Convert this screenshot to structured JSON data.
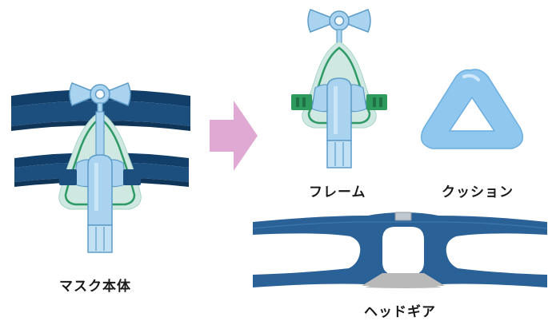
{
  "labels": {
    "mask_body": "マスク本体",
    "frame": "フレーム",
    "cushion": "クッション",
    "headgear": "ヘッドギア"
  },
  "colors": {
    "strap_dark": "#1d4f7e",
    "strap_mid": "#2a6196",
    "frame_light": "#a9d3ef",
    "frame_outline": "#5d9cc8",
    "mask_fill": "#cfe8e2",
    "mask_edge": "#2d9a66",
    "clip_green": "#2f9a5e",
    "arrow_pink": "#e0a9d4",
    "cushion_blue": "#8fc7ef",
    "bottom_gray": "#b9b9b9"
  }
}
